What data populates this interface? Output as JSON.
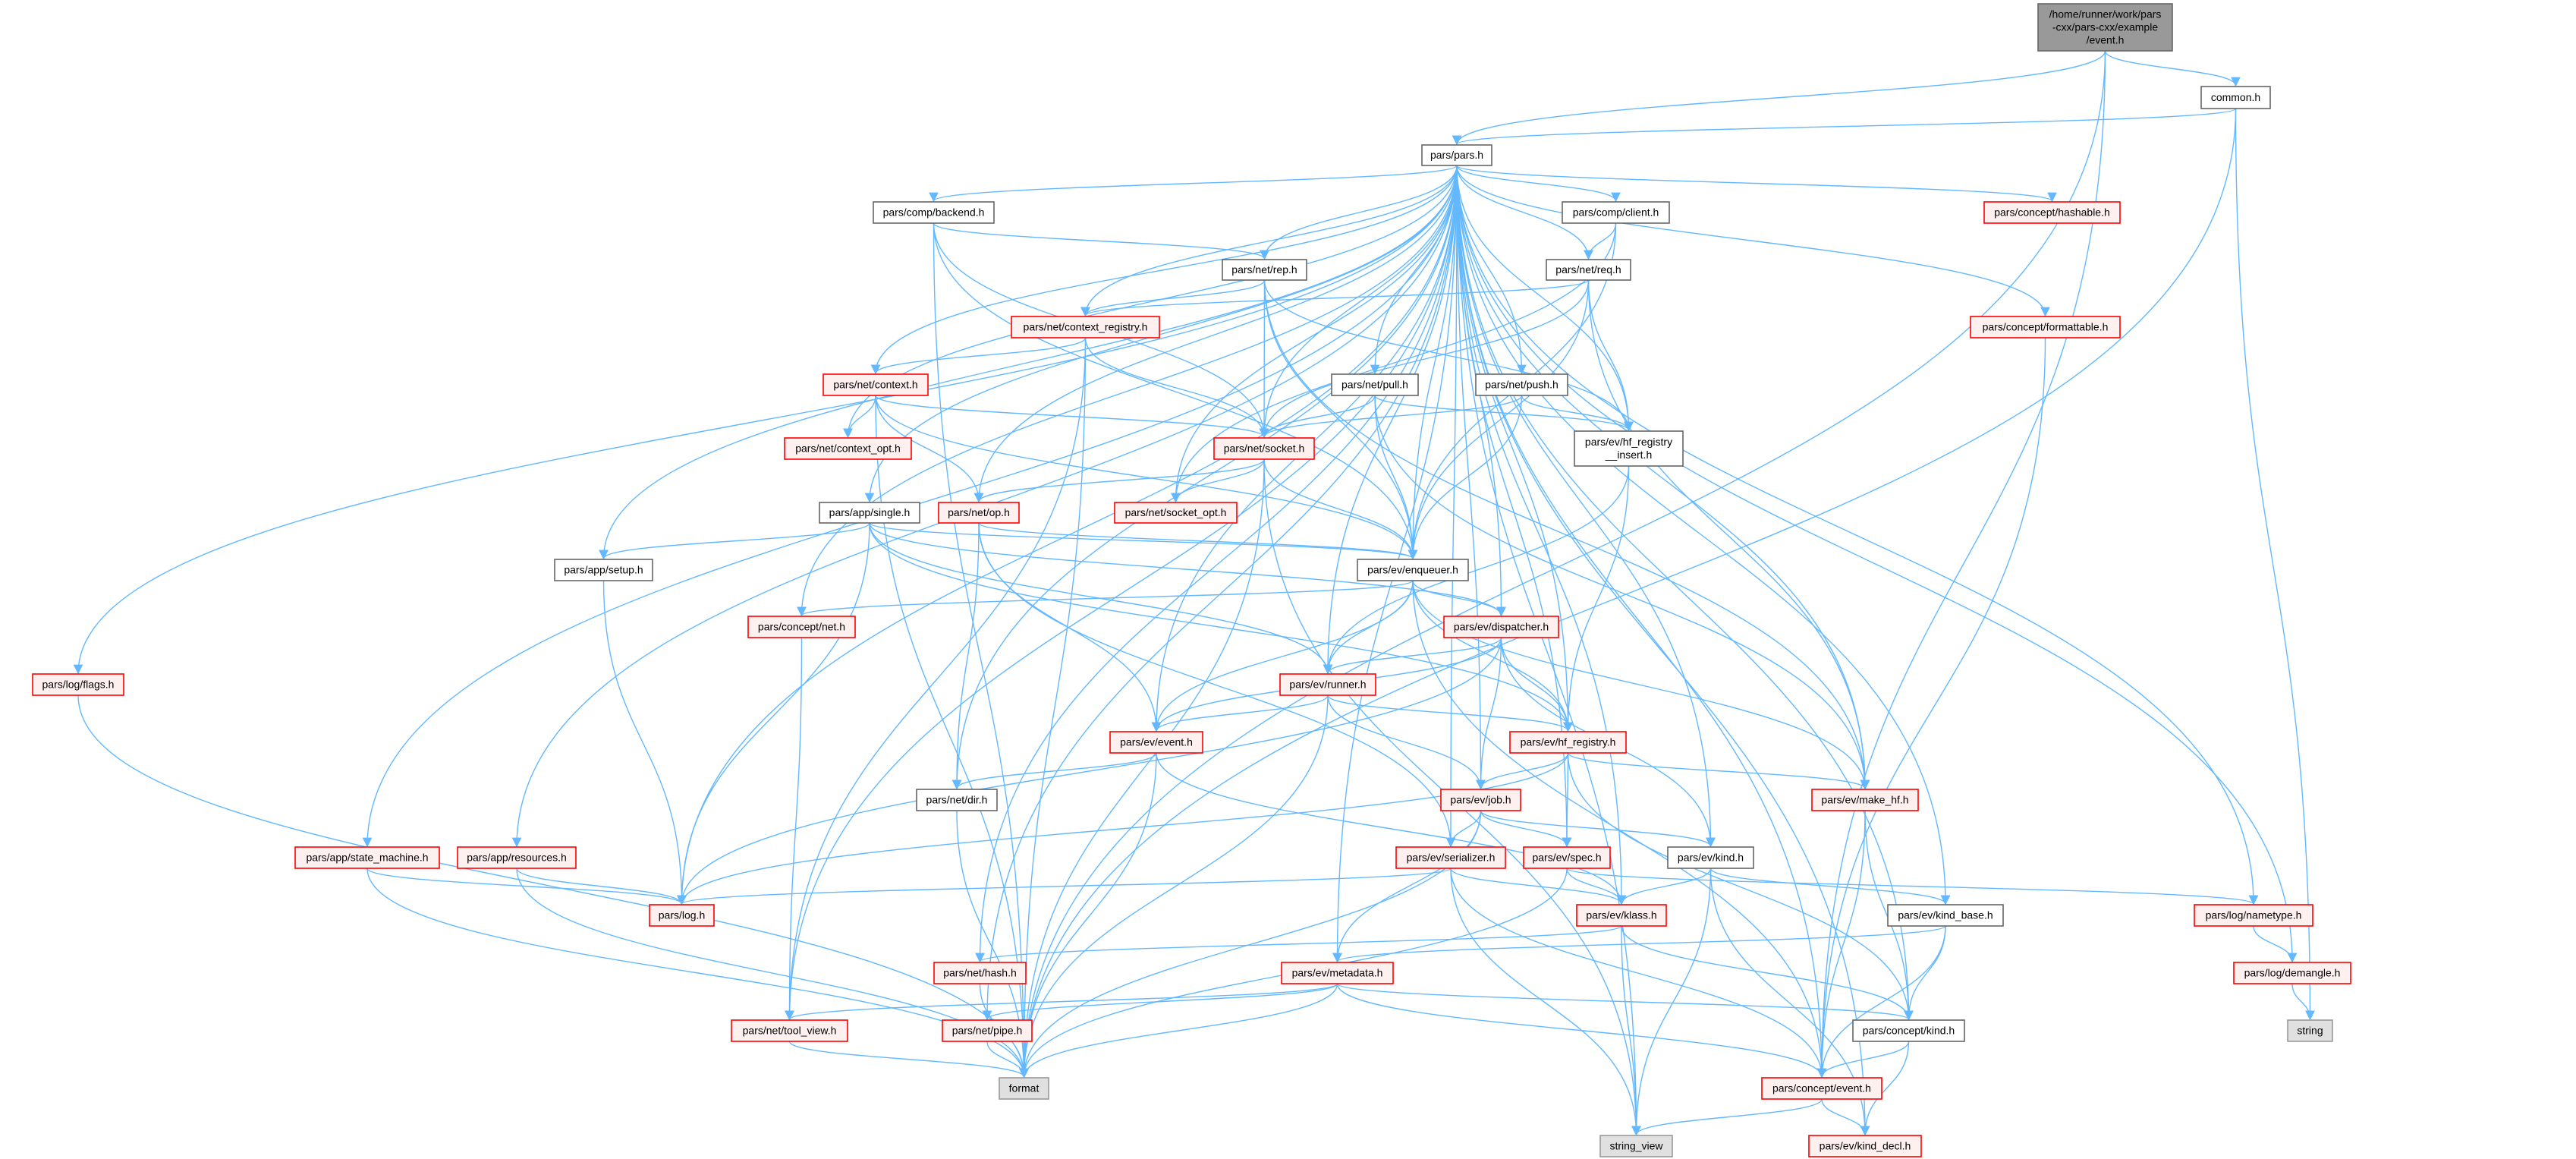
{
  "graph": {
    "edge_color": "#63b8ff",
    "nodes": [
      {
        "id": "root",
        "lines": [
          "/home/runner/work/pars",
          "-cxx/pars-cxx/example",
          "/event.h"
        ],
        "style": "root"
      },
      {
        "id": "common",
        "label": "common.h",
        "style": "plain"
      },
      {
        "id": "pars",
        "label": "pars/pars.h",
        "style": "plain"
      },
      {
        "id": "backend",
        "label": "pars/comp/backend.h",
        "style": "plain"
      },
      {
        "id": "client",
        "label": "pars/comp/client.h",
        "style": "plain"
      },
      {
        "id": "hashable",
        "label": "pars/concept/hashable.h",
        "style": "red"
      },
      {
        "id": "rep",
        "label": "pars/net/rep.h",
        "style": "plain"
      },
      {
        "id": "req",
        "label": "pars/net/req.h",
        "style": "plain"
      },
      {
        "id": "ctxreg",
        "label": "pars/net/context_registry.h",
        "style": "red"
      },
      {
        "id": "formattable",
        "label": "pars/concept/formattable.h",
        "style": "red"
      },
      {
        "id": "context",
        "label": "pars/net/context.h",
        "style": "red"
      },
      {
        "id": "pull",
        "label": "pars/net/pull.h",
        "style": "plain"
      },
      {
        "id": "push",
        "label": "pars/net/push.h",
        "style": "plain"
      },
      {
        "id": "ctxopt",
        "label": "pars/net/context_opt.h",
        "style": "red"
      },
      {
        "id": "socket",
        "label": "pars/net/socket.h",
        "style": "red"
      },
      {
        "id": "hfins",
        "lines": [
          "pars/ev/hf_registry",
          "__insert.h"
        ],
        "style": "plain"
      },
      {
        "id": "single",
        "label": "pars/app/single.h",
        "style": "plain"
      },
      {
        "id": "op",
        "label": "pars/net/op.h",
        "style": "red"
      },
      {
        "id": "sockopt",
        "label": "pars/net/socket_opt.h",
        "style": "red"
      },
      {
        "id": "setup",
        "label": "pars/app/setup.h",
        "style": "plain"
      },
      {
        "id": "enqueuer",
        "label": "pars/ev/enqueuer.h",
        "style": "plain"
      },
      {
        "id": "cnet",
        "label": "pars/concept/net.h",
        "style": "red"
      },
      {
        "id": "dispatcher",
        "label": "pars/ev/dispatcher.h",
        "style": "red"
      },
      {
        "id": "flags",
        "label": "pars/log/flags.h",
        "style": "red"
      },
      {
        "id": "runner",
        "label": "pars/ev/runner.h",
        "style": "red"
      },
      {
        "id": "event",
        "label": "pars/ev/event.h",
        "style": "red"
      },
      {
        "id": "hfreg",
        "label": "pars/ev/hf_registry.h",
        "style": "red"
      },
      {
        "id": "dir",
        "label": "pars/net/dir.h",
        "style": "plain"
      },
      {
        "id": "job",
        "label": "pars/ev/job.h",
        "style": "red"
      },
      {
        "id": "makehf",
        "label": "pars/ev/make_hf.h",
        "style": "red"
      },
      {
        "id": "statem",
        "label": "pars/app/state_machine.h",
        "style": "red"
      },
      {
        "id": "resources",
        "label": "pars/app/resources.h",
        "style": "red"
      },
      {
        "id": "serializer",
        "label": "pars/ev/serializer.h",
        "style": "red"
      },
      {
        "id": "spec",
        "label": "pars/ev/spec.h",
        "style": "red"
      },
      {
        "id": "kind",
        "label": "pars/ev/kind.h",
        "style": "plain"
      },
      {
        "id": "log",
        "label": "pars/log.h",
        "style": "red"
      },
      {
        "id": "klass",
        "label": "pars/ev/klass.h",
        "style": "red"
      },
      {
        "id": "kindbase",
        "label": "pars/ev/kind_base.h",
        "style": "plain"
      },
      {
        "id": "nametype",
        "label": "pars/log/nametype.h",
        "style": "red"
      },
      {
        "id": "hash",
        "label": "pars/net/hash.h",
        "style": "red"
      },
      {
        "id": "metadata",
        "label": "pars/ev/metadata.h",
        "style": "red"
      },
      {
        "id": "demangle",
        "label": "pars/log/demangle.h",
        "style": "red"
      },
      {
        "id": "toolview",
        "label": "pars/net/tool_view.h",
        "style": "red"
      },
      {
        "id": "pipe",
        "label": "pars/net/pipe.h",
        "style": "red"
      },
      {
        "id": "ckind",
        "label": "pars/concept/kind.h",
        "style": "plain"
      },
      {
        "id": "string",
        "label": "string",
        "style": "ext"
      },
      {
        "id": "format",
        "label": "format",
        "style": "ext"
      },
      {
        "id": "cevent",
        "label": "pars/concept/event.h",
        "style": "red"
      },
      {
        "id": "stringview",
        "label": "string_view",
        "style": "ext"
      },
      {
        "id": "kinddecl",
        "label": "pars/ev/kind_decl.h",
        "style": "red"
      }
    ],
    "edges": [
      [
        "root",
        "pars"
      ],
      [
        "root",
        "common"
      ],
      [
        "root",
        "format"
      ],
      [
        "root",
        "cevent"
      ],
      [
        "common",
        "pars"
      ],
      [
        "common",
        "string"
      ],
      [
        "common",
        "format"
      ],
      [
        "pars",
        "backend"
      ],
      [
        "pars",
        "client"
      ],
      [
        "pars",
        "hashable"
      ],
      [
        "pars",
        "formattable"
      ],
      [
        "pars",
        "rep"
      ],
      [
        "pars",
        "req"
      ],
      [
        "pars",
        "ctxreg"
      ],
      [
        "pars",
        "context"
      ],
      [
        "pars",
        "pull"
      ],
      [
        "pars",
        "push"
      ],
      [
        "pars",
        "ctxopt"
      ],
      [
        "pars",
        "socket"
      ],
      [
        "pars",
        "hfins"
      ],
      [
        "pars",
        "sockopt"
      ],
      [
        "pars",
        "op"
      ],
      [
        "pars",
        "single"
      ],
      [
        "pars",
        "enqueuer"
      ],
      [
        "pars",
        "setup"
      ],
      [
        "pars",
        "cnet"
      ],
      [
        "pars",
        "dispatcher"
      ],
      [
        "pars",
        "runner"
      ],
      [
        "pars",
        "hfreg"
      ],
      [
        "pars",
        "event"
      ],
      [
        "pars",
        "dir"
      ],
      [
        "pars",
        "job"
      ],
      [
        "pars",
        "makehf"
      ],
      [
        "pars",
        "flags"
      ],
      [
        "pars",
        "statem"
      ],
      [
        "pars",
        "resources"
      ],
      [
        "pars",
        "serializer"
      ],
      [
        "pars",
        "spec"
      ],
      [
        "pars",
        "kind"
      ],
      [
        "pars",
        "log"
      ],
      [
        "pars",
        "klass"
      ],
      [
        "pars",
        "kindbase"
      ],
      [
        "pars",
        "nametype"
      ],
      [
        "pars",
        "demangle"
      ],
      [
        "pars",
        "hash"
      ],
      [
        "pars",
        "metadata"
      ],
      [
        "pars",
        "pipe"
      ],
      [
        "pars",
        "toolview"
      ],
      [
        "pars",
        "ckind"
      ],
      [
        "pars",
        "cevent"
      ],
      [
        "pars",
        "kinddecl"
      ],
      [
        "pars",
        "stringview"
      ],
      [
        "backend",
        "rep"
      ],
      [
        "backend",
        "socket"
      ],
      [
        "backend",
        "enqueuer"
      ],
      [
        "backend",
        "format"
      ],
      [
        "client",
        "req"
      ],
      [
        "client",
        "enqueuer"
      ],
      [
        "client",
        "sockopt"
      ],
      [
        "rep",
        "ctxreg"
      ],
      [
        "rep",
        "socket"
      ],
      [
        "rep",
        "enqueuer"
      ],
      [
        "rep",
        "hfins"
      ],
      [
        "rep",
        "makehf"
      ],
      [
        "req",
        "ctxreg"
      ],
      [
        "req",
        "socket"
      ],
      [
        "req",
        "enqueuer"
      ],
      [
        "req",
        "hfins"
      ],
      [
        "req",
        "makehf"
      ],
      [
        "ctxreg",
        "context"
      ],
      [
        "ctxreg",
        "socket"
      ],
      [
        "ctxreg",
        "toolview"
      ],
      [
        "ctxreg",
        "format"
      ],
      [
        "context",
        "ctxopt"
      ],
      [
        "context",
        "socket"
      ],
      [
        "context",
        "op"
      ],
      [
        "context",
        "enqueuer"
      ],
      [
        "context",
        "format"
      ],
      [
        "pull",
        "socket"
      ],
      [
        "pull",
        "enqueuer"
      ],
      [
        "pull",
        "hfins"
      ],
      [
        "pull",
        "makehf"
      ],
      [
        "push",
        "socket"
      ],
      [
        "push",
        "enqueuer"
      ],
      [
        "push",
        "hfins"
      ],
      [
        "socket",
        "op"
      ],
      [
        "socket",
        "sockopt"
      ],
      [
        "socket",
        "enqueuer"
      ],
      [
        "socket",
        "format"
      ],
      [
        "socket",
        "stringview"
      ],
      [
        "hfins",
        "runner"
      ],
      [
        "hfins",
        "hfreg"
      ],
      [
        "op",
        "enqueuer"
      ],
      [
        "op",
        "event"
      ],
      [
        "op",
        "dir"
      ],
      [
        "op",
        "serializer"
      ],
      [
        "single",
        "setup"
      ],
      [
        "single",
        "enqueuer"
      ],
      [
        "single",
        "runner"
      ],
      [
        "single",
        "dispatcher"
      ],
      [
        "single",
        "hfreg"
      ],
      [
        "single",
        "log"
      ],
      [
        "setup",
        "log"
      ],
      [
        "enqueuer",
        "cnet"
      ],
      [
        "enqueuer",
        "dispatcher"
      ],
      [
        "enqueuer",
        "runner"
      ],
      [
        "enqueuer",
        "event"
      ],
      [
        "enqueuer",
        "hfreg"
      ],
      [
        "enqueuer",
        "makehf"
      ],
      [
        "enqueuer",
        "cevent"
      ],
      [
        "cnet",
        "toolview"
      ],
      [
        "dispatcher",
        "runner"
      ],
      [
        "dispatcher",
        "event"
      ],
      [
        "dispatcher",
        "hfreg"
      ],
      [
        "dispatcher",
        "job"
      ],
      [
        "dispatcher",
        "kind"
      ],
      [
        "dispatcher",
        "log"
      ],
      [
        "runner",
        "event"
      ],
      [
        "runner",
        "hfreg"
      ],
      [
        "runner",
        "job"
      ],
      [
        "runner",
        "format"
      ],
      [
        "hfreg",
        "job"
      ],
      [
        "hfreg",
        "spec"
      ],
      [
        "hfreg",
        "makehf"
      ],
      [
        "hfreg",
        "ckind"
      ],
      [
        "hfreg",
        "log"
      ],
      [
        "event",
        "dir"
      ],
      [
        "event",
        "klass"
      ],
      [
        "event",
        "format"
      ],
      [
        "dir",
        "format"
      ],
      [
        "job",
        "serializer"
      ],
      [
        "job",
        "spec"
      ],
      [
        "job",
        "kind"
      ],
      [
        "job",
        "metadata"
      ],
      [
        "job",
        "format"
      ],
      [
        "makehf",
        "cevent"
      ],
      [
        "makehf",
        "ckind"
      ],
      [
        "flags",
        "format"
      ],
      [
        "statem",
        "log"
      ],
      [
        "statem",
        "format"
      ],
      [
        "resources",
        "log"
      ],
      [
        "resources",
        "format"
      ],
      [
        "serializer",
        "log"
      ],
      [
        "serializer",
        "klass"
      ],
      [
        "serializer",
        "cevent"
      ],
      [
        "serializer",
        "stringview"
      ],
      [
        "spec",
        "klass"
      ],
      [
        "spec",
        "format"
      ],
      [
        "spec",
        "nametype"
      ],
      [
        "kind",
        "klass"
      ],
      [
        "kind",
        "kindbase"
      ],
      [
        "kind",
        "kinddecl"
      ],
      [
        "kind",
        "stringview"
      ],
      [
        "klass",
        "hash"
      ],
      [
        "klass",
        "ckind"
      ],
      [
        "klass",
        "stringview"
      ],
      [
        "kindbase",
        "metadata"
      ],
      [
        "kindbase",
        "ckind"
      ],
      [
        "kindbase",
        "cevent"
      ],
      [
        "nametype",
        "demangle"
      ],
      [
        "demangle",
        "string"
      ],
      [
        "hash",
        "format"
      ],
      [
        "metadata",
        "toolview"
      ],
      [
        "metadata",
        "pipe"
      ],
      [
        "metadata",
        "ckind"
      ],
      [
        "metadata",
        "cevent"
      ],
      [
        "metadata",
        "format"
      ],
      [
        "pipe",
        "format"
      ],
      [
        "toolview",
        "format"
      ],
      [
        "ckind",
        "cevent"
      ],
      [
        "ckind",
        "kinddecl"
      ],
      [
        "cevent",
        "kinddecl"
      ],
      [
        "cevent",
        "stringview"
      ],
      [
        "formattable",
        "cevent"
      ]
    ]
  }
}
